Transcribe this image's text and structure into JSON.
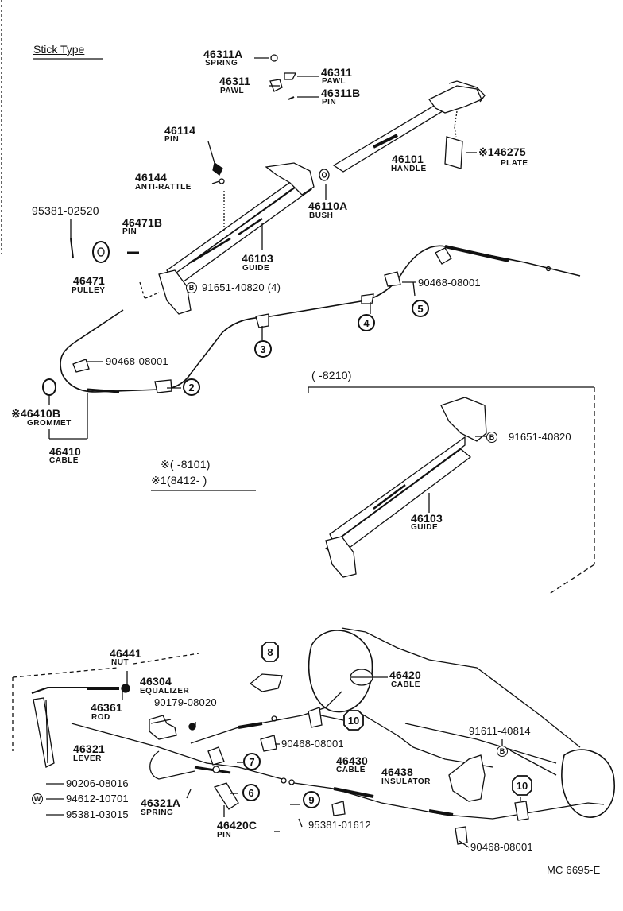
{
  "title": "Stick Type",
  "code": "MC  6695-E",
  "date_range_1": "(        -8210)",
  "note_a": "※(        -8101)",
  "note_b": "※1(8412-        )",
  "parts": {
    "p46311A": {
      "num": "46311A",
      "name": "SPRING"
    },
    "p46311_right": {
      "num": "46311",
      "name": "PAWL"
    },
    "p46311_left": {
      "num": "46311",
      "name": "PAWL"
    },
    "p46311B": {
      "num": "46311B",
      "name": "PIN"
    },
    "p46114": {
      "num": "46114",
      "name": "PIN"
    },
    "p46101": {
      "num": "46101",
      "name": "HANDLE"
    },
    "p46275": {
      "num": "※146275",
      "name": "PLATE"
    },
    "p46144": {
      "num": "46144",
      "name": "ANTI-RATTLE"
    },
    "p46110A": {
      "num": "46110A",
      "name": "BUSH"
    },
    "p95381_02520": {
      "num": "95381-02520"
    },
    "p46471B": {
      "num": "46471B",
      "name": "PIN"
    },
    "p46103_top": {
      "num": "46103",
      "name": "GUIDE"
    },
    "p46471": {
      "num": "46471",
      "name": "PULLEY"
    },
    "p91651_40820_4": {
      "num": "91651-40820 (4)"
    },
    "p90468_top_right": {
      "num": "90468-08001"
    },
    "p90468_left": {
      "num": "90468-08001"
    },
    "p46410B": {
      "num": "※46410B",
      "name": "GROMMET"
    },
    "p46410": {
      "num": "46410",
      "name": "CABLE"
    },
    "p91651_40820": {
      "num": "91651-40820"
    },
    "p46103_right": {
      "num": "46103",
      "name": "GUIDE"
    },
    "p46441": {
      "num": "46441",
      "name": "NUT"
    },
    "p46304": {
      "num": "46304",
      "name": "EQUALIZER"
    },
    "p46361": {
      "num": "46361",
      "name": "ROD"
    },
    "p90179": {
      "num": "90179-08020"
    },
    "p46420": {
      "num": "46420",
      "name": "CABLE"
    },
    "p46321": {
      "num": "46321",
      "name": "LEVER"
    },
    "p90468_mid": {
      "num": "90468-08001"
    },
    "p91611": {
      "num": "91611-40814"
    },
    "p46430": {
      "num": "46430",
      "name": "CABLE"
    },
    "p46438": {
      "num": "46438",
      "name": "INSULATOR"
    },
    "p90206": {
      "num": "90206-08016"
    },
    "p94612": {
      "num": "94612-10701"
    },
    "p95381_03015": {
      "num": "95381-03015"
    },
    "p46321A": {
      "num": "46321A",
      "name": "SPRING"
    },
    "p46420C": {
      "num": "46420C",
      "name": "PIN"
    },
    "p95381_01612": {
      "num": "95381-01612"
    },
    "p90468_bottom": {
      "num": "90468-08001"
    }
  },
  "callouts": {
    "c2": "2",
    "c3": "3",
    "c4": "4",
    "c5": "5",
    "c6": "6",
    "c7": "7",
    "c8": "8",
    "c9": "9",
    "c10a": "10",
    "c10b": "10"
  },
  "symbols": {
    "B": "B",
    "W": "W"
  }
}
